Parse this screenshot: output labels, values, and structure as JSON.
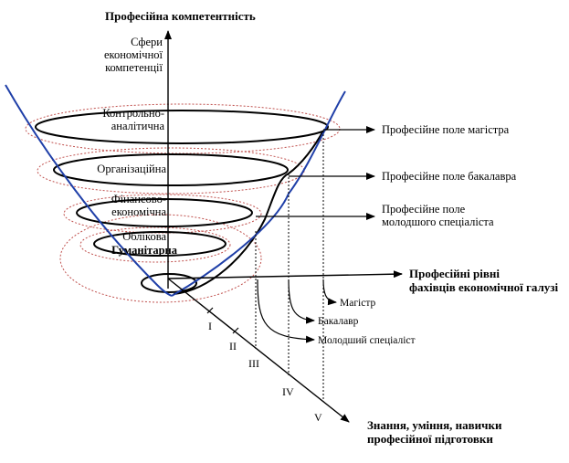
{
  "axes": {
    "vertical": "Професійна компетентність",
    "horizontal": [
      "Професійні рівні",
      "фахівців економічної галузі"
    ],
    "depth": [
      "Знання, уміння, навички",
      "професійної підготовки"
    ]
  },
  "spheres_header": [
    "Сфери",
    "економічної",
    "компетенції"
  ],
  "spheres": [
    {
      "lines": [
        "Контрольно-",
        "аналітична"
      ]
    },
    {
      "lines": [
        "Організаційна"
      ]
    },
    {
      "lines": [
        "Фінансово-",
        "економічна"
      ]
    },
    {
      "lines": [
        "Облікова"
      ]
    },
    {
      "lines": [
        "Гуманітарна"
      ]
    }
  ],
  "fields": [
    {
      "lines": [
        "Професійне поле магістра"
      ]
    },
    {
      "lines": [
        "Професійне поле бакалавра"
      ]
    },
    {
      "lines": [
        "Професійне поле",
        "молодшого спеціаліста"
      ]
    }
  ],
  "levels": [
    "Магістр",
    "Бакалавр",
    "Молодший спеціаліст"
  ],
  "roman_numerals": [
    "I",
    "II",
    "III",
    "IV",
    "V"
  ],
  "colors": {
    "main": "#000000",
    "funnel": "#1f3fa8",
    "dotted": "#c0504d"
  }
}
